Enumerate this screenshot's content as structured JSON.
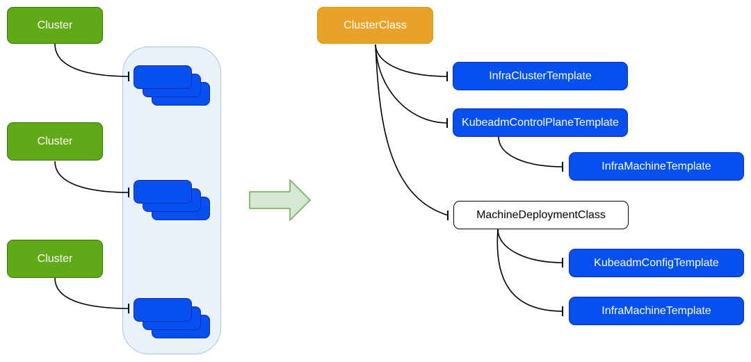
{
  "left_panel": {
    "clusters": [
      {
        "label": "Cluster"
      },
      {
        "label": "Cluster"
      },
      {
        "label": "Cluster"
      }
    ],
    "stack_groups": [
      {
        "rect_count": 3
      },
      {
        "rect_count": 3
      },
      {
        "rect_count": 3
      }
    ]
  },
  "transform_arrow": {
    "direction": "right"
  },
  "right_panel": {
    "cluster_class": {
      "label": "ClusterClass"
    },
    "infra_cluster_template": {
      "label": "InfraClusterTemplate"
    },
    "kubeadm_control_plane_template": {
      "label": "KubeadmControlPlaneTemplate"
    },
    "infra_machine_template_1": {
      "label": "InfraMachineTemplate"
    },
    "machine_deployment_class": {
      "label": "MachineDeploymentClass"
    },
    "kubeadm_config_template": {
      "label": "KubeadmConfigTemplate"
    },
    "infra_machine_template_2": {
      "label": "InfraMachineTemplate"
    }
  },
  "colors": {
    "cluster_green_fill": "#60A917",
    "cluster_green_border": "#2D7600",
    "template_blue_fill": "#0550EF",
    "template_blue_border": "#0B2BBE",
    "class_orange_fill": "#E9A227",
    "class_orange_border": "#D79B00",
    "container_fill": "#EAF1FB",
    "container_border": "#A9C4E4",
    "arrow_green_fill": "#D5E8D4",
    "arrow_green_border": "#82B366",
    "plain_box_fill": "#FFFFFF",
    "plain_box_border": "#000000",
    "edge_color": "#000000",
    "background": "#FFFFFF"
  }
}
